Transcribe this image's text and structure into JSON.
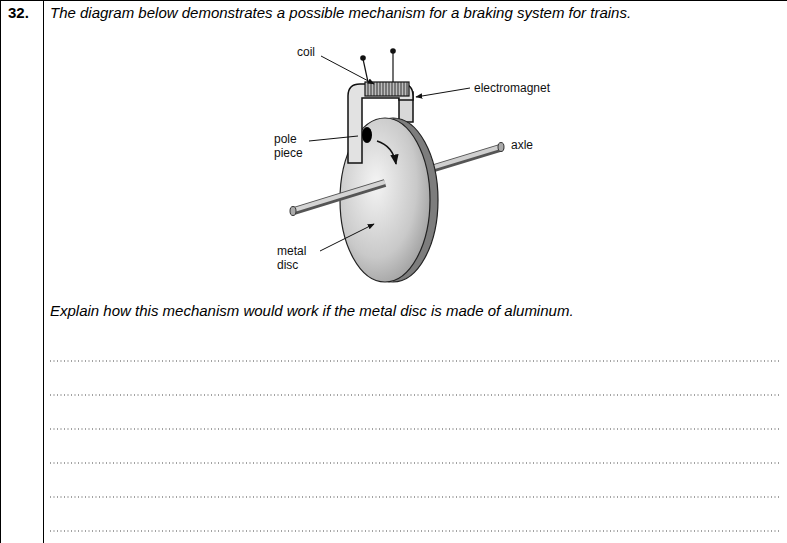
{
  "diagram": {
    "labels": [
      "32.",
      "The diagram below demonstrates a possible mechanism for a braking system for trains.",
      "coil",
      "electromagnet",
      "pole piece",
      "axle",
      "metal disc",
      "Explain how this mechanism would work if the metal disc is made of aluminum."
    ]
  }
}
